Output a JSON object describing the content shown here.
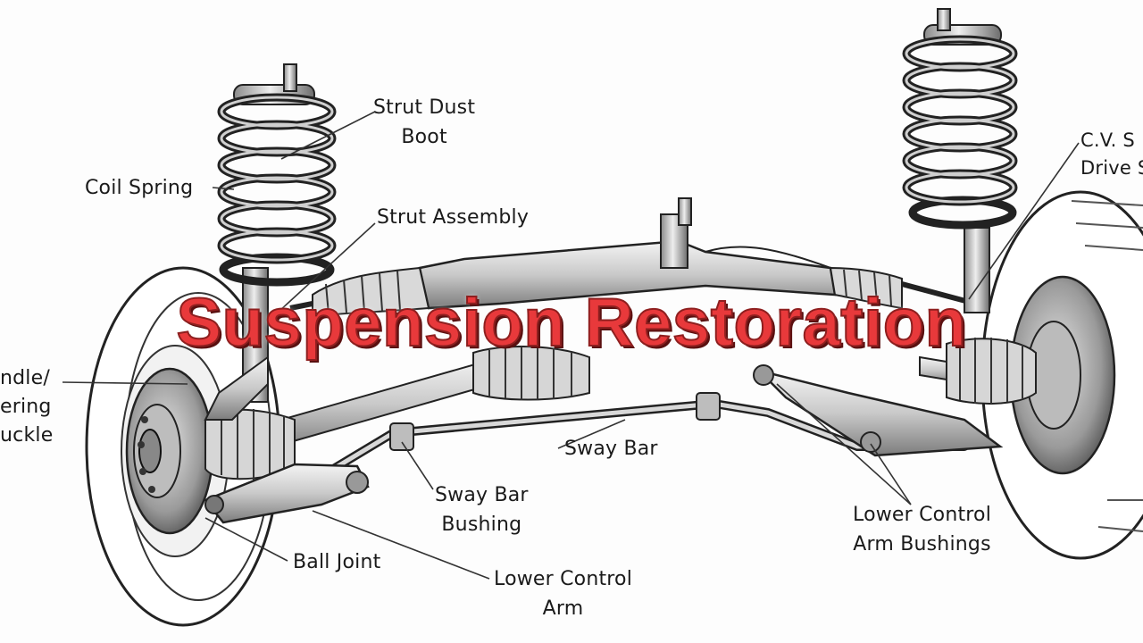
{
  "overlay_title": "Suspension Restoration",
  "labels": {
    "strut_dust_boot": [
      "Strut Dust",
      "Boot"
    ],
    "coil_spring": "Coil Spring",
    "strut_assembly": "Strut Assembly",
    "spindle": [
      "ndle/",
      "ering",
      "uckle"
    ],
    "sway_bar": "Sway Bar",
    "sway_bar_bushing": [
      "Sway Bar",
      "Bushing"
    ],
    "ball_joint": "Ball Joint",
    "lower_control_arm": [
      "Lower Control",
      "Arm"
    ],
    "lower_control_arm_bushings": [
      "Lower Control",
      "Arm Bushings"
    ],
    "cv_shaft": [
      "C.V. S",
      "Drive S"
    ]
  },
  "colors": {
    "title_fill": "#e8393b",
    "title_outline": "#8e1f1f",
    "ink": "#1a1a1a"
  }
}
